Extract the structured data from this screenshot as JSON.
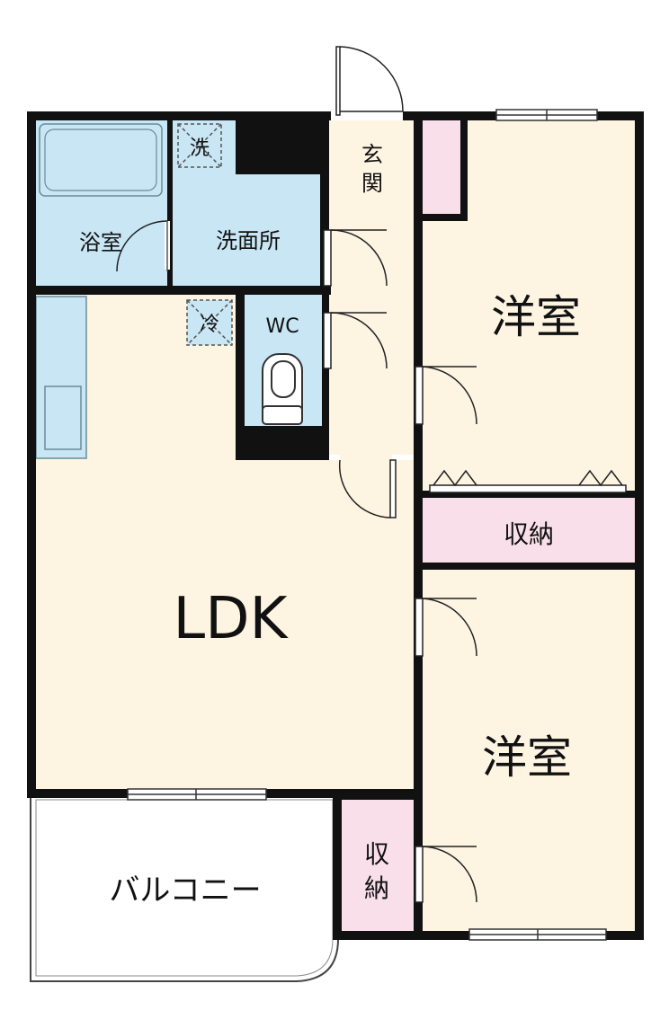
{
  "rooms": {
    "entrance": "玄関",
    "bath": "浴室",
    "washroom": "洗面所",
    "toilet": "WC",
    "bedroom1": "洋室",
    "bedroom2": "洋室",
    "ldk": "LDK",
    "storage1": "収納",
    "storage2": "収納",
    "balcony": "バルコニー"
  },
  "symbols": {
    "washer": "洗",
    "fridge": "冷"
  },
  "colors": {
    "wall": "#111111",
    "room_floor": "#fdf4e2",
    "wet_area": "#c8e6f4",
    "storage": "#f9dfe9",
    "balcony": "#ffffff"
  }
}
